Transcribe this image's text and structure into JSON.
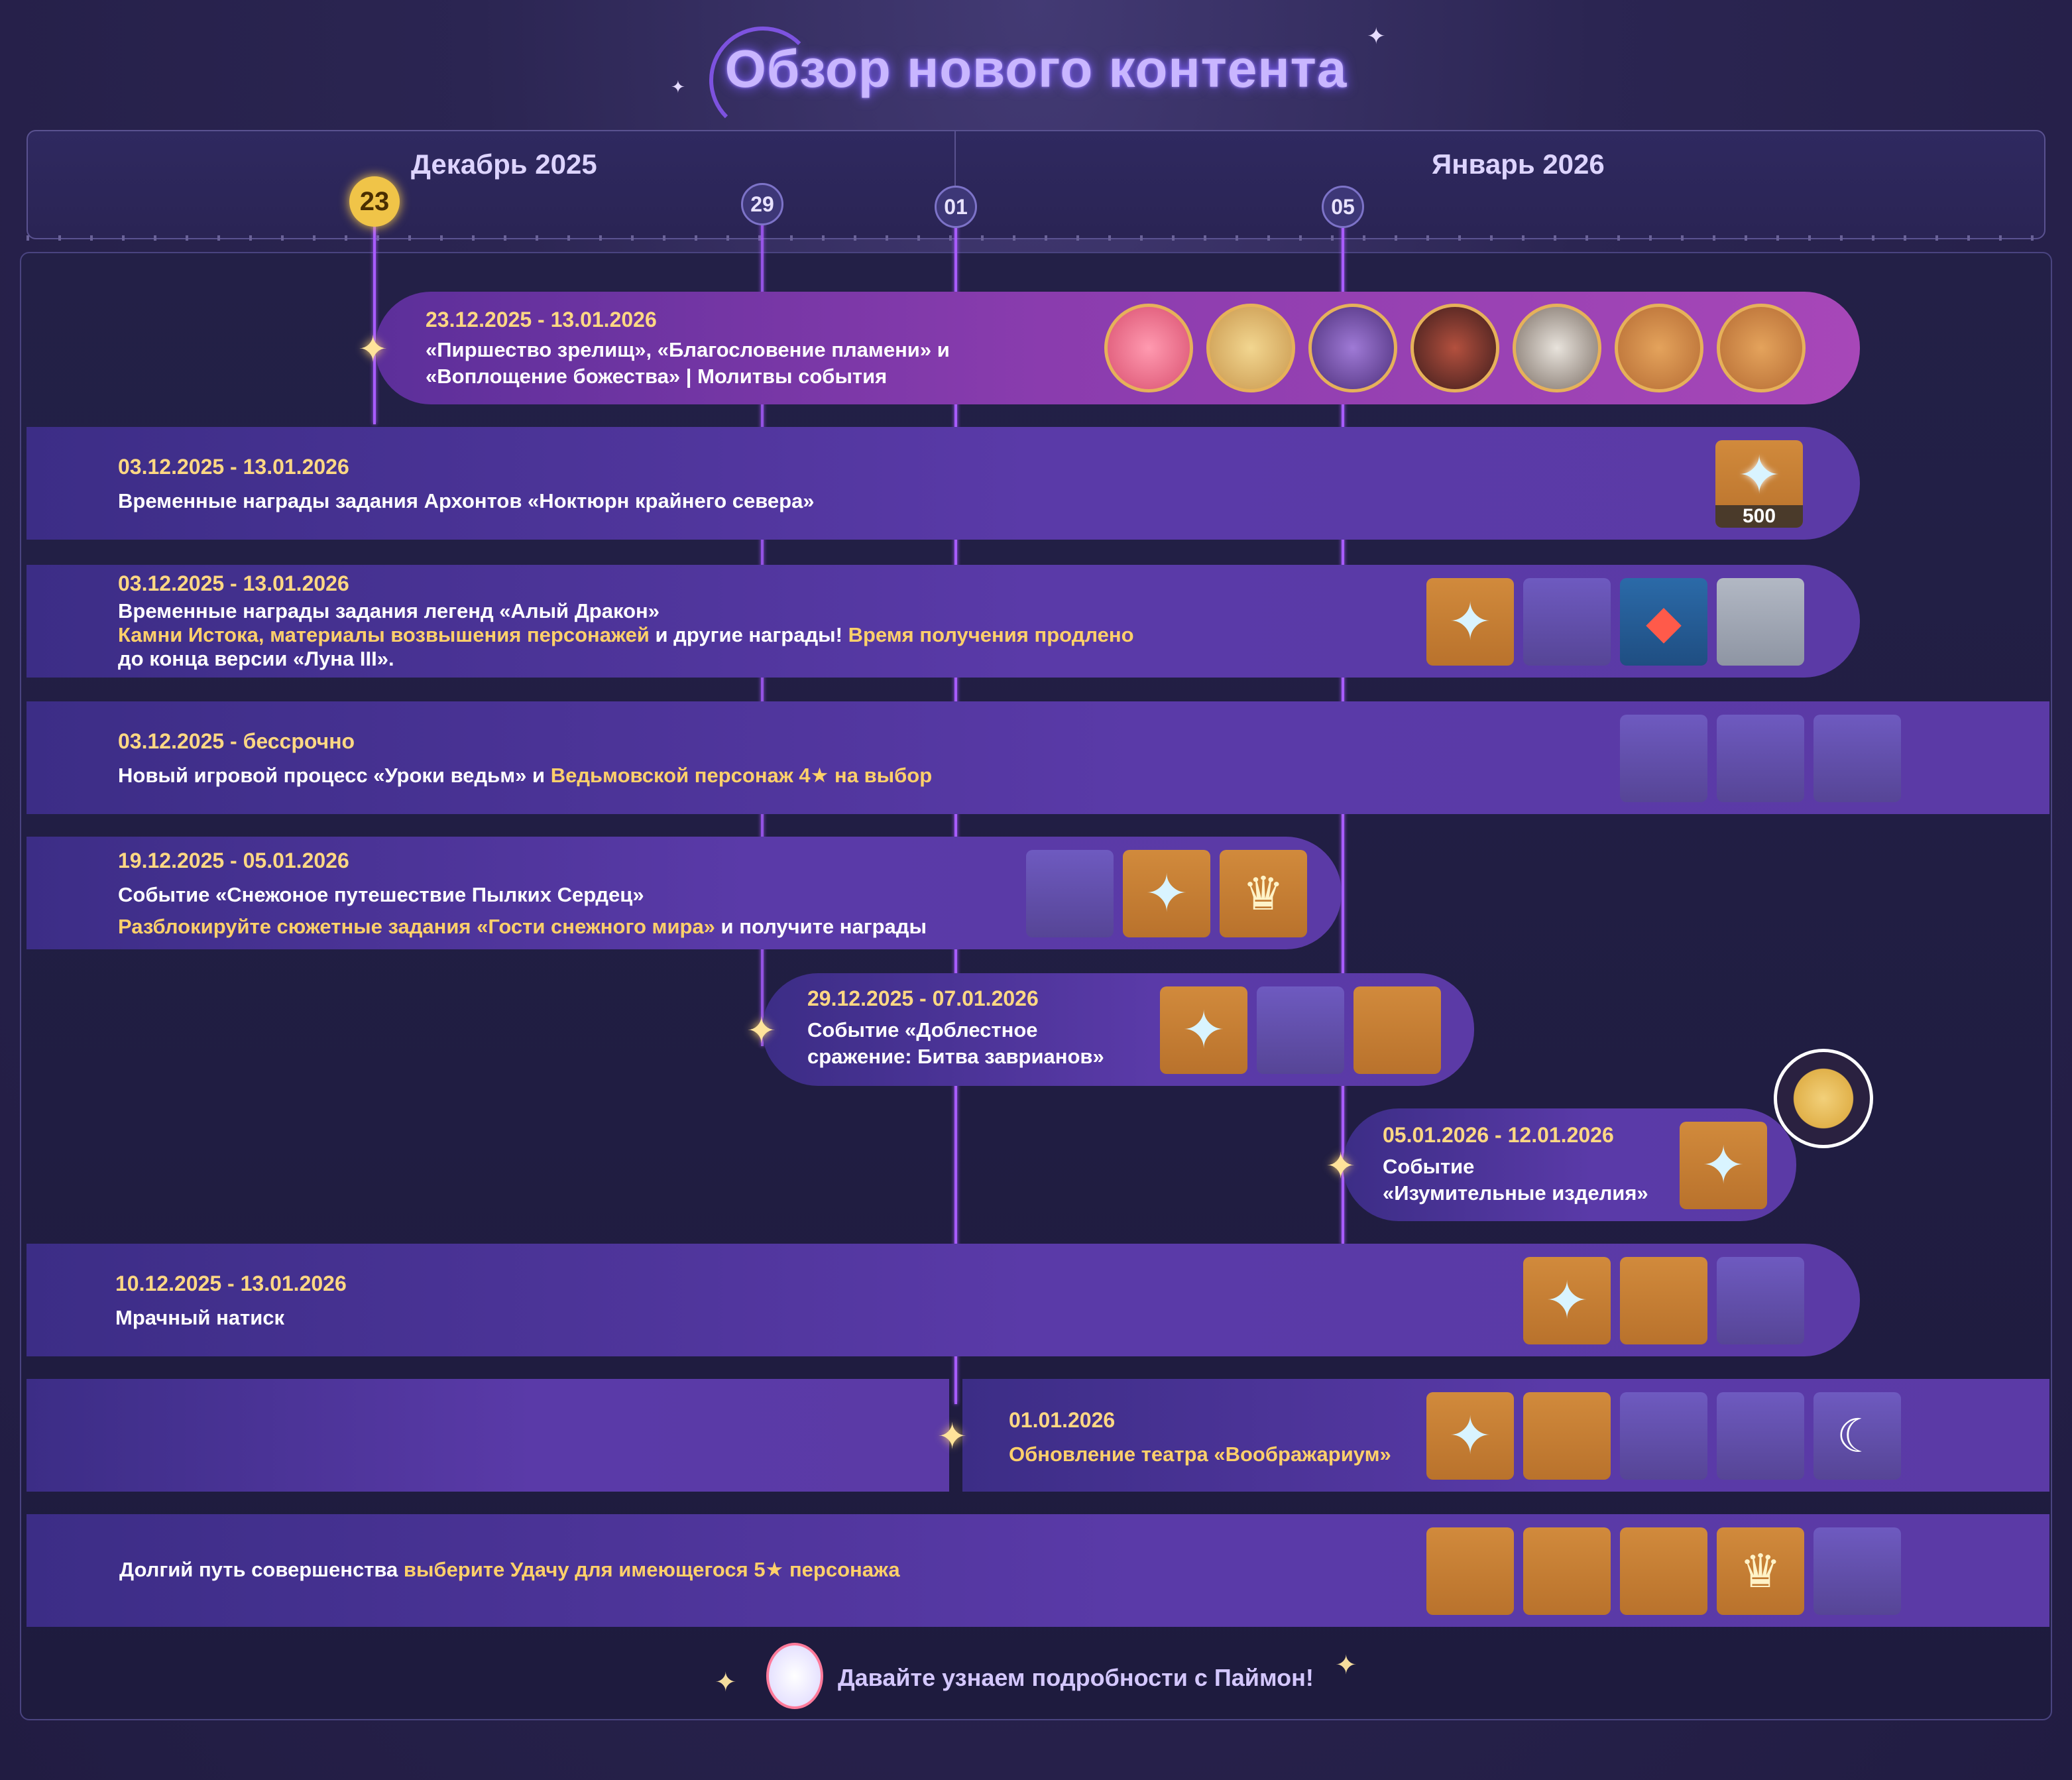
{
  "title": "Обзор нового контента",
  "timeline": {
    "months": [
      "Декабрь 2025",
      "Январь 2026"
    ],
    "markers": [
      {
        "label": "23",
        "current": true
      },
      {
        "label": "29"
      },
      {
        "label": "01"
      },
      {
        "label": "05"
      }
    ]
  },
  "events": [
    {
      "date": "23.12.2025 - 13.01.2026",
      "lines": [
        "«Пиршество зрелищ», «Благословение пламени» и",
        "«Воплощение божества» | Молитвы события"
      ]
    },
    {
      "date": "03.12.2025 - 13.01.2026",
      "lines": [
        "Временные награды задания Архонтов «Ноктюрн крайнего севера»"
      ],
      "badge": "500"
    },
    {
      "date": "03.12.2025 - 13.01.2026",
      "line1": "Временные награды задания легенд «Алый Дракон»",
      "hl1": "Камни Истока, материалы возвышения персонажей",
      "mid1": " и другие награды! ",
      "hl2": "Время получения продлено",
      "line3": "до конца версии «Луна III»."
    },
    {
      "date": "03.12.2025 - бессрочно",
      "plain": "Новый игровой процесс «Уроки ведьм» и ",
      "hl": "Ведьмовской персонаж 4★ на выбор"
    },
    {
      "date": "19.12.2025 - 05.01.2026",
      "line1": "Событие «Снежоное путешествие Пылких Сердец»",
      "hl": "Разблокируйте сюжетные задания «Гости снежного мира»",
      "rest": " и получите награды"
    },
    {
      "date": "29.12.2025 - 07.01.2026",
      "lines": [
        "Событие «Доблестное",
        "сражение: Битва заврианов»"
      ]
    },
    {
      "date": "05.01.2026 - 12.01.2026",
      "lines": [
        "Событие",
        "«Изумительные изделия»"
      ]
    },
    {
      "date": "10.12.2025 - 13.01.2026",
      "lines": [
        "Мрачный натиск"
      ]
    },
    {
      "date": "01.01.2026",
      "hl": "Обновление театра «Воображариум»"
    },
    {
      "plain": "Долгий путь совершенства ",
      "hl": "выберите Удачу для имеющегося 5★ персонажа"
    }
  ],
  "footer": {
    "text": "Давайте узнаем подробности с Паймон!"
  },
  "colors": {
    "accent": "#a85cff",
    "highlight": "#ffd06a",
    "date": "#ffd883",
    "marker_current": "#f0c448"
  }
}
